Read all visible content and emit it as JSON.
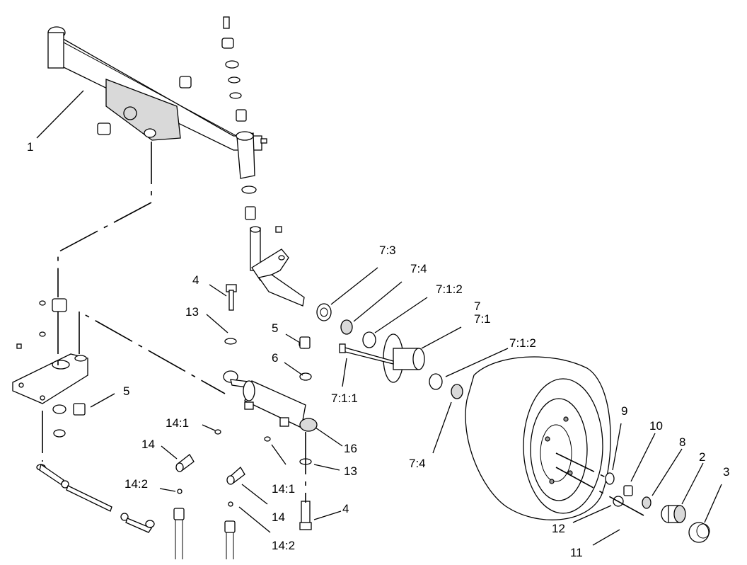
{
  "callouts": [
    {
      "id": "c1",
      "text": "1"
    },
    {
      "id": "c73",
      "text": "7:3"
    },
    {
      "id": "c74a",
      "text": "7:4"
    },
    {
      "id": "c712a",
      "text": "7:1:2"
    },
    {
      "id": "c7",
      "text": "7"
    },
    {
      "id": "c71",
      "text": "7:1"
    },
    {
      "id": "c712b",
      "text": "7:1:2"
    },
    {
      "id": "c711",
      "text": "7:1:1"
    },
    {
      "id": "c74b",
      "text": "7:4"
    },
    {
      "id": "c4a",
      "text": "4"
    },
    {
      "id": "c13a",
      "text": "13"
    },
    {
      "id": "c5a",
      "text": "5"
    },
    {
      "id": "c6",
      "text": "6"
    },
    {
      "id": "c5b",
      "text": "5"
    },
    {
      "id": "c141a",
      "text": "14:1"
    },
    {
      "id": "c14a",
      "text": "14"
    },
    {
      "id": "c142a",
      "text": "14:2"
    },
    {
      "id": "c141b",
      "text": "14:1"
    },
    {
      "id": "c14b",
      "text": "14"
    },
    {
      "id": "c142b",
      "text": "14:2"
    },
    {
      "id": "c16",
      "text": "16"
    },
    {
      "id": "c13b",
      "text": "13"
    },
    {
      "id": "c4b",
      "text": "4"
    },
    {
      "id": "c9",
      "text": "9"
    },
    {
      "id": "c10",
      "text": "10"
    },
    {
      "id": "c8",
      "text": "8"
    },
    {
      "id": "c2",
      "text": "2"
    },
    {
      "id": "c3",
      "text": "3"
    },
    {
      "id": "c12",
      "text": "12"
    },
    {
      "id": "c11",
      "text": "11"
    }
  ]
}
